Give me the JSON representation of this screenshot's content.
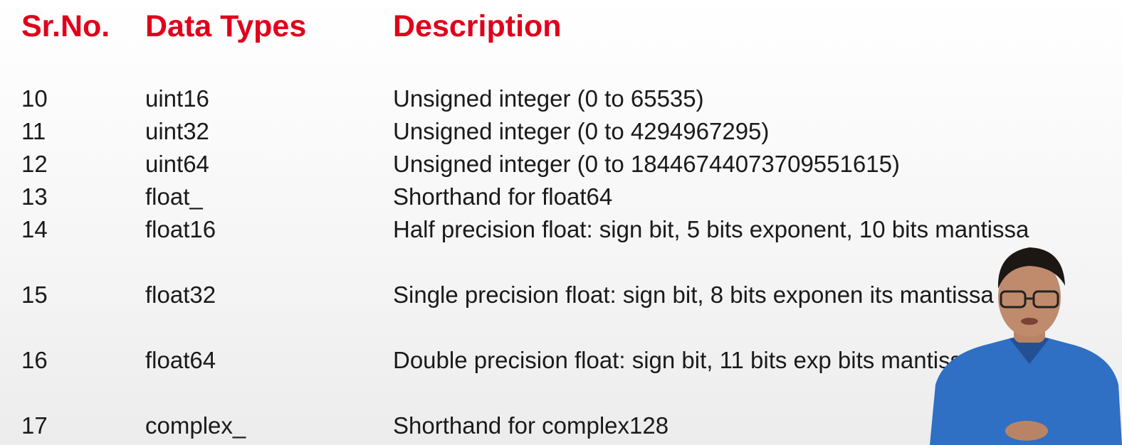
{
  "header": {
    "sr_no": "Sr.No.",
    "data_types": "Data Types",
    "description": "Description"
  },
  "rows": [
    {
      "sr": "10",
      "type": "uint16",
      "desc": "Unsigned integer (0 to 65535)"
    },
    {
      "sr": "11",
      "type": "uint32",
      "desc": "Unsigned integer (0 to 4294967295)"
    },
    {
      "sr": "12",
      "type": "uint64",
      "desc": "Unsigned integer (0 to 18446744073709551615)"
    },
    {
      "sr": "13",
      "type": "float_",
      "desc": "Shorthand for float64"
    },
    {
      "sr": "14",
      "type": "float16",
      "desc": "Half precision float: sign bit, 5 bits exponent, 10 bits mantissa"
    },
    {
      "sr": "15",
      "type": "float32",
      "desc": "Single precision float: sign bit, 8 bits exponen  its mantissa"
    },
    {
      "sr": "16",
      "type": "float64",
      "desc": "Double precision float: sign bit, 11 bits exp bits mantissa"
    },
    {
      "sr": "17",
      "type": "complex_",
      "desc": "Shorthand for complex128"
    }
  ],
  "colors": {
    "header": "#e0001b",
    "text": "#1a1a1a",
    "shirt": "#2f6fc4"
  }
}
